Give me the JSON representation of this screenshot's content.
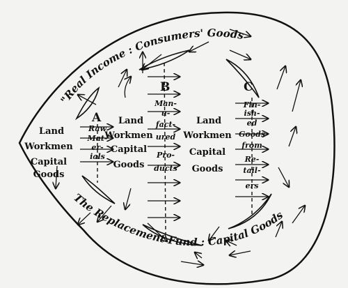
{
  "top_arc_text": "\"Real Income : Consumers' Goods",
  "bottom_arc_text": "The Replacement Fund : Capital Goods",
  "stage_labels": [
    "A",
    "B",
    "C"
  ],
  "left_factors": [
    "Land",
    "Workmen",
    "Capital",
    "Goods"
  ],
  "factors_a": [
    "Land",
    "Workmen",
    "Capital",
    "Goods"
  ],
  "factors_b": [
    "Land",
    "Workmen",
    "Capital",
    "Goods"
  ],
  "raw_materials": [
    "Raw",
    "Mat-",
    "er-",
    "ials"
  ],
  "manufactured_products": [
    "Man-",
    "u-",
    "fact-",
    "ured",
    "Pro-",
    "ducts"
  ],
  "finished_goods": [
    "Fin-",
    "ish-",
    "ed",
    "Goods",
    "from",
    "Re-",
    "tail-",
    "ers"
  ],
  "colors": {
    "ink": "#111111",
    "paper": "#f3f3f1"
  }
}
